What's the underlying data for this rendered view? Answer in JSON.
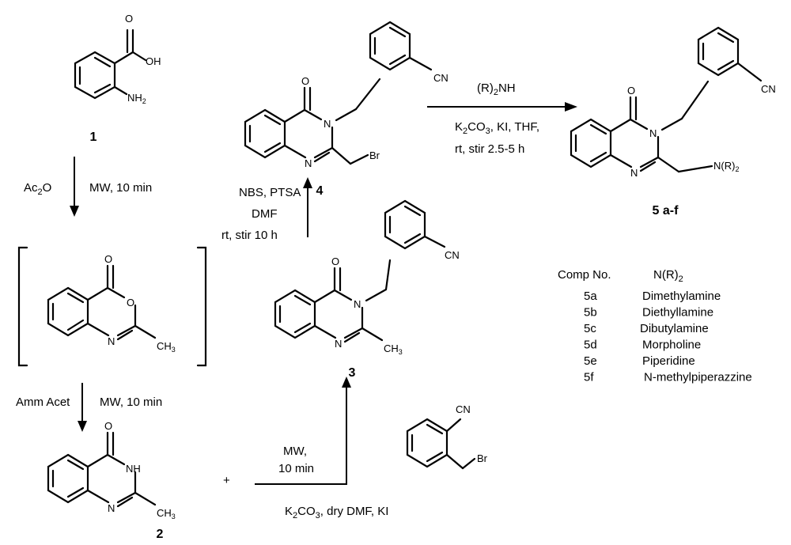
{
  "compounds": [
    {
      "id": "1",
      "label": "1"
    },
    {
      "id": "2",
      "label": "2"
    },
    {
      "id": "3",
      "label": "3"
    },
    {
      "id": "4",
      "label": "4"
    },
    {
      "id": "5",
      "label": "5 a-f"
    }
  ],
  "atoms": {
    "OH": "OH",
    "NH": "NH",
    "H2_sub": "2",
    "O": "O",
    "N": "N",
    "CH": "CH",
    "H3_sub": "3",
    "CN": "CN",
    "Br": "Br",
    "NR2_main": "N(R)",
    "NR2_sub": "2"
  },
  "conditions": {
    "step1_reagent": "Ac",
    "step1_reagent_sub": "2",
    "step1_reagent_tail": "O",
    "step1_conditions": "MW, 10 min",
    "step2_reagent": "Amm Acet",
    "step2_conditions": "MW, 10 min",
    "step3_line1": "MW,",
    "step3_line2": "10 min",
    "step3_base_a": "K",
    "step3_base_sub": "2",
    "step3_base_b": "CO",
    "step3_base_sub2": "3",
    "step3_base_c": ", dry DMF, KI",
    "step4_line1": "NBS, PTSA",
    "step4_line2": "DMF",
    "step4_line3": "rt, stir 10 h",
    "step5_reagent_a": "(R)",
    "step5_reagent_sub": "2",
    "step5_reagent_b": "NH",
    "step5_line2_a": "K",
    "step5_line2_sub": "2",
    "step5_line2_b": "CO",
    "step5_line2_sub2": "3",
    "step5_line2_c": ", KI, THF,",
    "step5_line3": "rt, stir 2.5-5 h",
    "plus": "+"
  },
  "table": {
    "header_comp": "Comp No.",
    "header_nr2": "N(R)",
    "header_nr2_sub": "2",
    "rows": [
      {
        "comp": "5a",
        "amine": "Dimethylamine"
      },
      {
        "comp": "5b",
        "amine": "Diethyllamine"
      },
      {
        "comp": "5c",
        "amine": "Dibutylamine"
      },
      {
        "comp": "5d",
        "amine": "Morpholine"
      },
      {
        "comp": "5e",
        "amine": "Piperidine"
      },
      {
        "comp": "5f",
        "amine": "N-methylpiperazzine"
      }
    ]
  }
}
